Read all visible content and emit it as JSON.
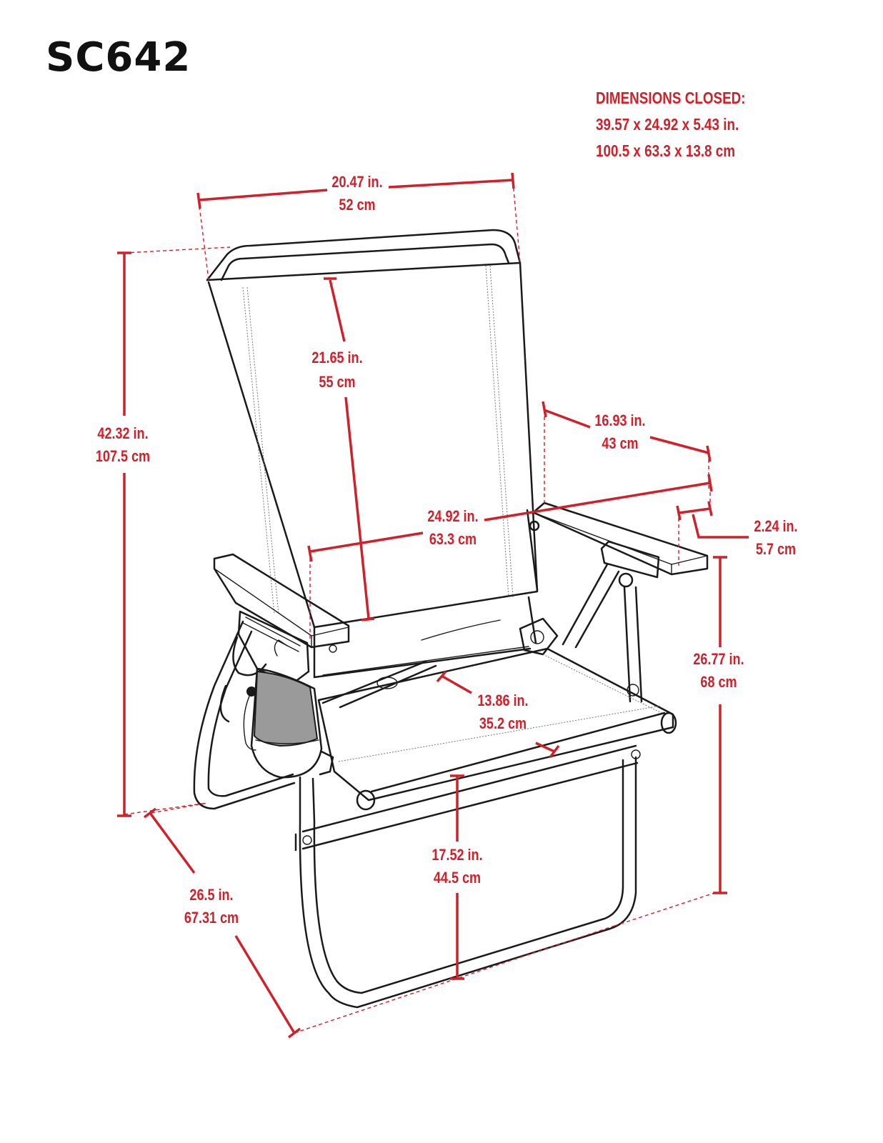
{
  "model": "SC642",
  "closed_dimensions": {
    "title": "DIMENSIONS CLOSED:",
    "imperial": "39.57  x  24.92  x  5.43 in.",
    "metric": "100.5  x  63.3  x  13.8 cm"
  },
  "dimensions": {
    "top_width": {
      "in": "20.47 in.",
      "cm": "52 cm"
    },
    "back_height": {
      "in": "21.65 in.",
      "cm": "55 cm"
    },
    "total_height": {
      "in": "42.32 in.",
      "cm": "107.5 cm"
    },
    "arm_length": {
      "in": "16.93 in.",
      "cm": "43 cm"
    },
    "overall_width": {
      "in": "24.92 in.",
      "cm": "63.3 cm"
    },
    "arm_width": {
      "in": "2.24 in.",
      "cm": "5.7 cm"
    },
    "arm_height": {
      "in": "26.77 in.",
      "cm": "68 cm"
    },
    "seat_depth": {
      "in": "13.86 in.",
      "cm": "35.2 cm"
    },
    "seat_height": {
      "in": "17.52 in.",
      "cm": "44.5 cm"
    },
    "overall_depth": {
      "in": "26.5 in.",
      "cm": "67.31 cm"
    }
  },
  "colors": {
    "accent": "#d0202a",
    "line": "#1a1a1a",
    "pouch": "#9a9a9a"
  }
}
